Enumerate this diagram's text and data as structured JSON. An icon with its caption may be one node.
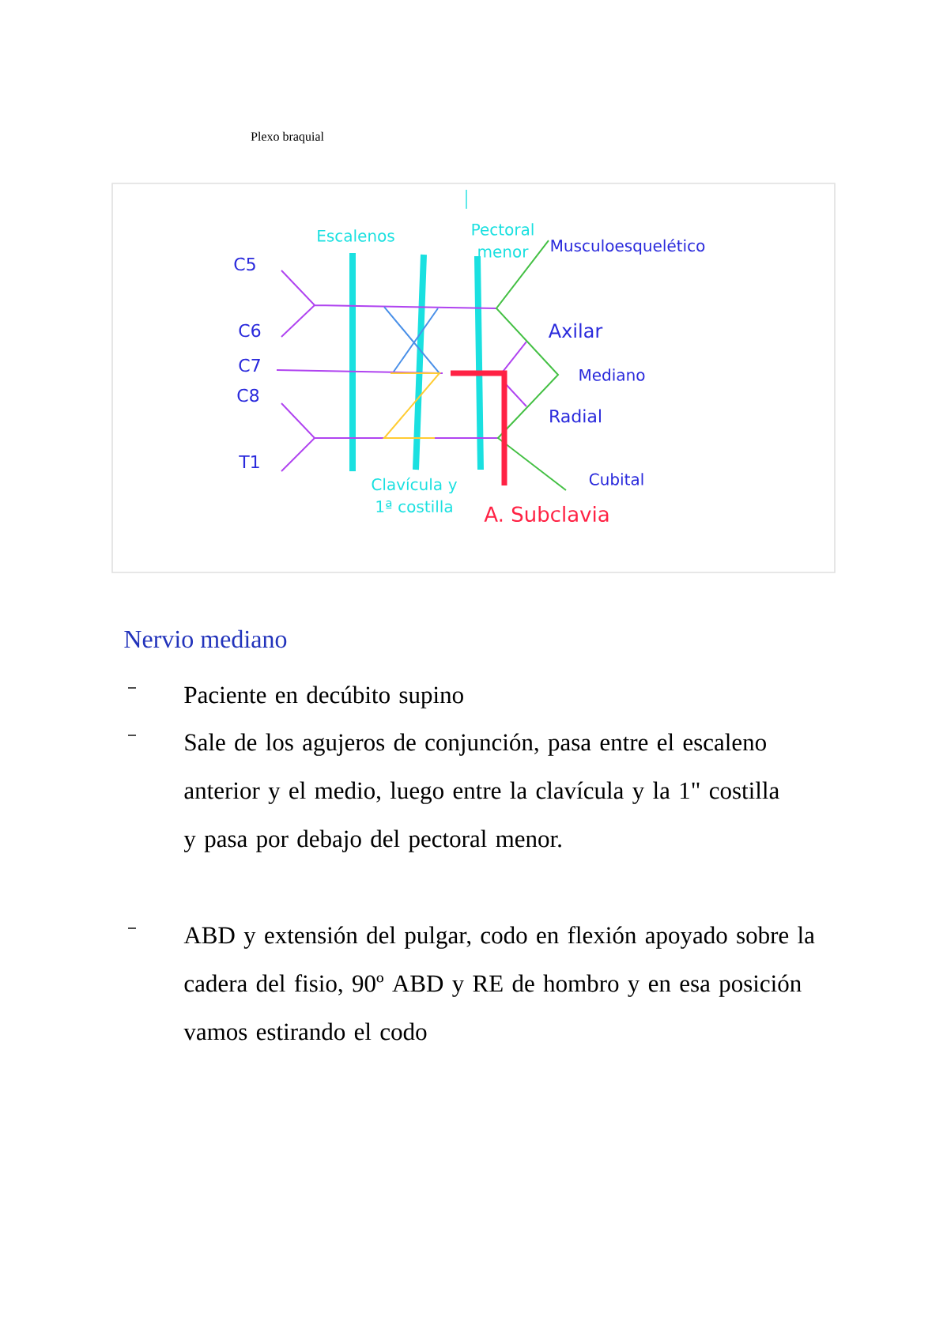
{
  "diagram": {
    "title": "Plexo braquial",
    "labels": [
      "Pectoral menor",
      "Escalenos",
      "Musculoesquelético",
      "C5",
      "C6",
      "Axilar",
      "C7",
      "Mediano",
      "C8",
      "Radial",
      "T1",
      "Cubital",
      "Clavícula y 1ª costilla",
      "A. Subclavia",
      "Nervio mediano",
      "Paciente en decúbito supino",
      "Sale de los agujeros de conjunción, pasa entre el escaleno anterior y el medio, luego entre la clavícula y la 1\" costilla y pasa por debajo del pectoral menor.",
      "ABD y extensión del pulgar, codo en flexión apoyado sobre la cadera del fisio, 90º ABD y RE de hombro y en esa posición vamos estirando el codo"
    ]
  }
}
